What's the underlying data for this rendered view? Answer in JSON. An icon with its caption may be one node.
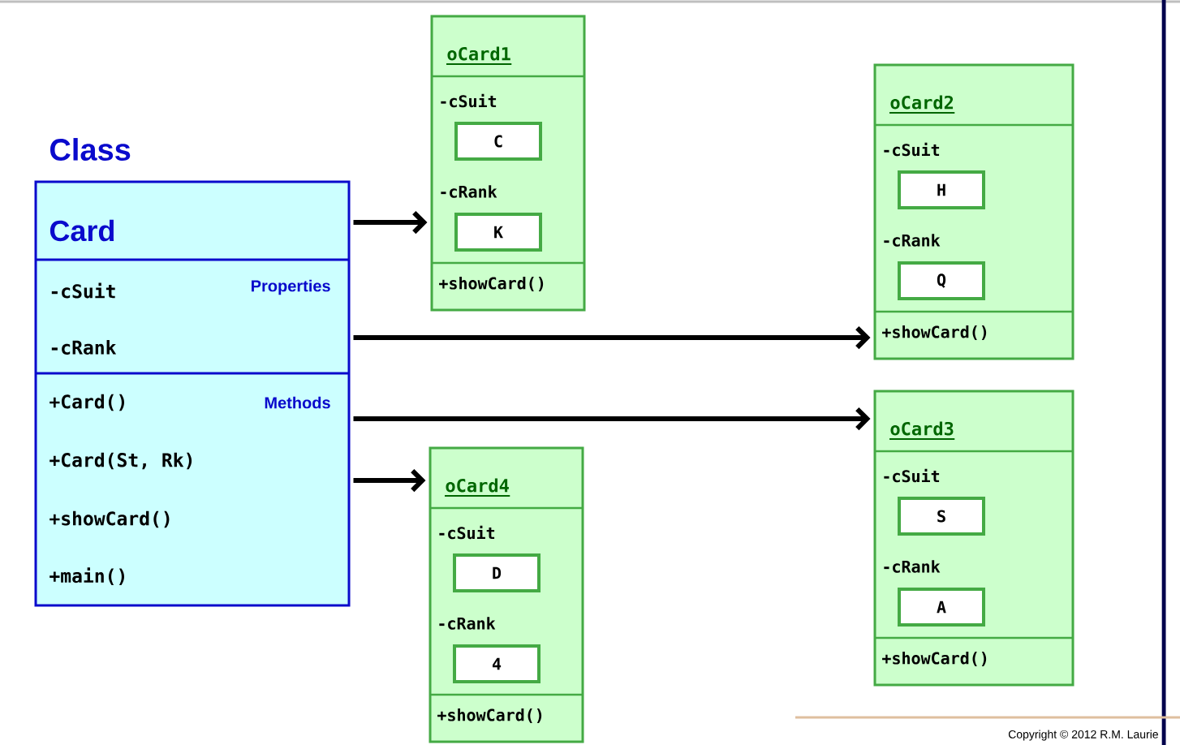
{
  "diagram": {
    "nodes": [
      {
        "text": [
          "Class",
          "Card",
          "-cSuit",
          "Properties",
          "-cRank",
          "+Card()",
          "Methods",
          "+Card(St, Rk)",
          "+showCard()",
          "+main()"
        ]
      },
      {
        "text": [
          "oCard1",
          "-cSuit",
          "-cRank",
          "+showCard()"
        ]
      },
      {
        "text": [
          "C"
        ],
        "in": 1
      },
      {
        "text": [
          "K"
        ],
        "in": 1
      },
      {
        "text": [
          "oCard2",
          "-cSuit",
          "-cRank",
          "+showCard()"
        ]
      },
      {
        "text": [
          "H"
        ],
        "in": 4
      },
      {
        "text": [
          "Q"
        ],
        "in": 4
      },
      {
        "text": [
          "oCard3",
          "-cSuit",
          "-cRank",
          "+showCard()"
        ]
      },
      {
        "text": [
          "S"
        ],
        "in": 7
      },
      {
        "text": [
          "A"
        ],
        "in": 7
      },
      {
        "text": [
          "oCard4",
          "-cSuit",
          "-cRank",
          "+showCard()"
        ]
      },
      {
        "text": [
          "D"
        ],
        "in": 10
      },
      {
        "text": [
          "4"
        ],
        "in": 10
      }
    ],
    "edges": [
      {
        "from": 0,
        "to": 1,
        "arrow": "to"
      },
      {
        "from": 0,
        "to": 4,
        "arrow": "to"
      },
      {
        "from": 0,
        "to": 7,
        "arrow": "to"
      },
      {
        "from": 0,
        "to": 10,
        "arrow": "to"
      }
    ],
    "labels": [
      "Copyright © 2012  R.M. Laurie"
    ]
  }
}
